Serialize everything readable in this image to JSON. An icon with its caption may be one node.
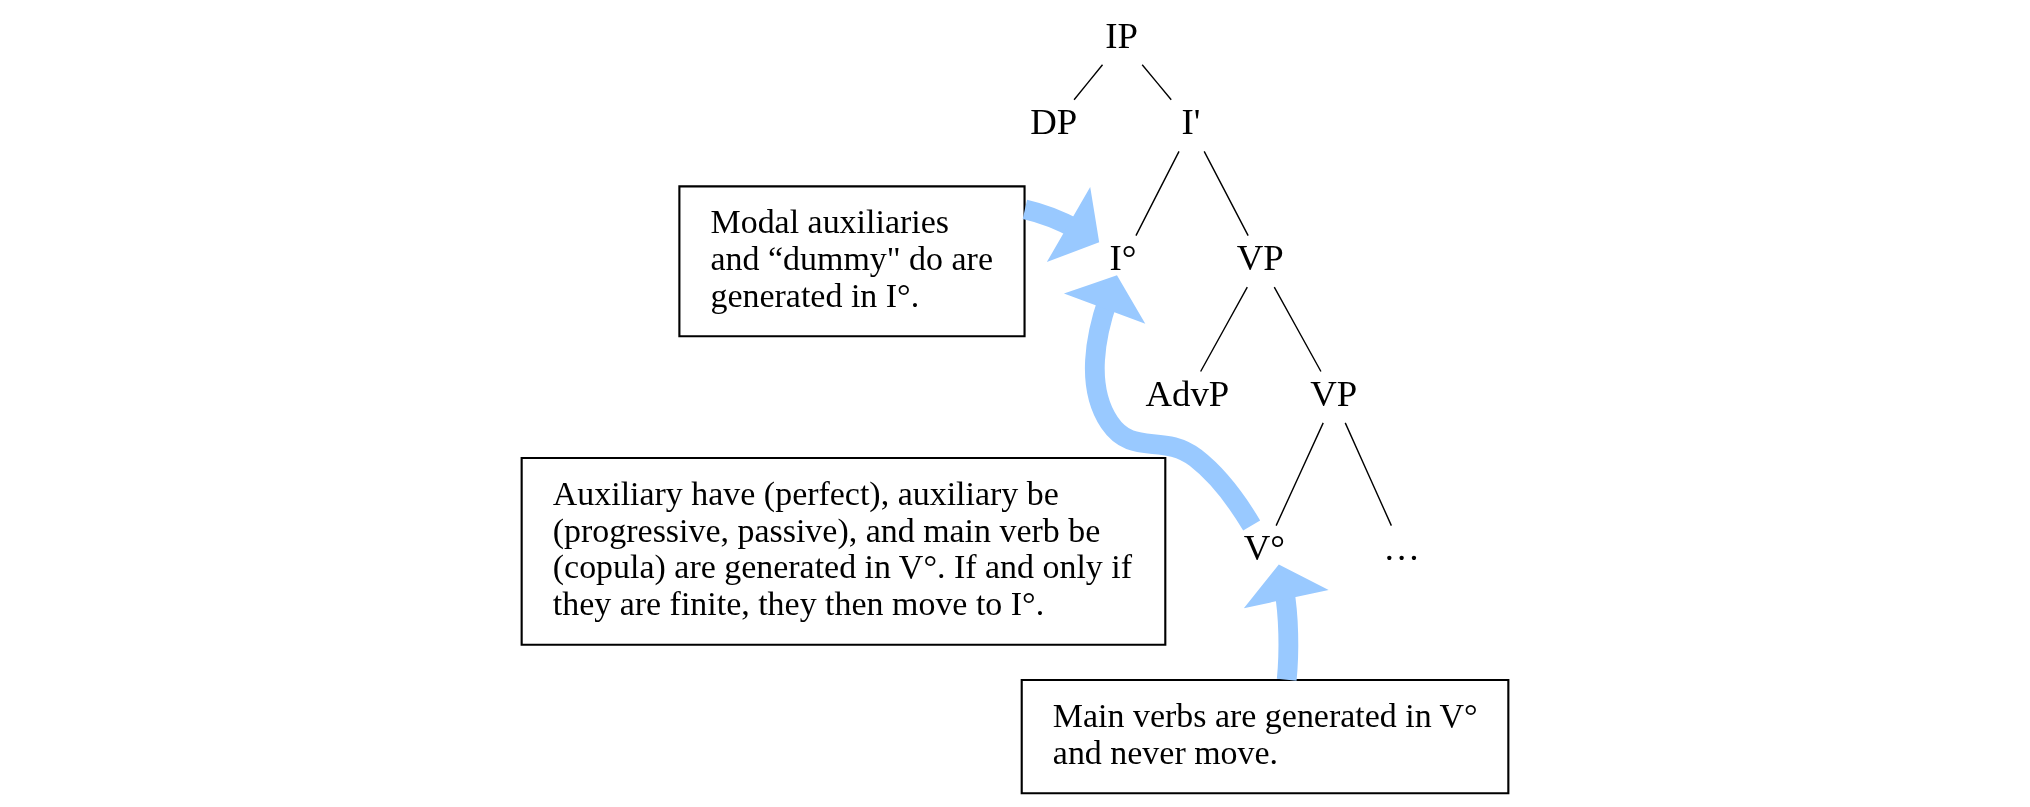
{
  "diagram": {
    "nodes": [
      {
        "text": [
          "IP"
        ]
      },
      {
        "text": [
          "DP"
        ]
      },
      {
        "text": [
          "I'"
        ]
      },
      {
        "text": [
          "I°"
        ]
      },
      {
        "text": [
          "VP"
        ]
      },
      {
        "text": [
          "AdvP"
        ]
      },
      {
        "text": [
          "VP"
        ]
      },
      {
        "text": [
          "V°"
        ]
      },
      {
        "text": [
          "…"
        ]
      },
      {
        "text": [
          "Modal auxiliaries and “dummy\" do are generated in I°."
        ]
      },
      {
        "text": [
          "Auxiliary have (perfect), auxiliary be (progressive, passive), and main verb be (copula) are generated in V°. If and only if they are finite, they then move to I°."
        ]
      },
      {
        "text": [
          "Main verbs are generated in V° and never move."
        ]
      }
    ],
    "edges": [
      {
        "from": 0,
        "to": 1,
        "arrow": "none"
      },
      {
        "from": 0,
        "to": 2,
        "arrow": "none"
      },
      {
        "from": 2,
        "to": 3,
        "arrow": "none"
      },
      {
        "from": 2,
        "to": 4,
        "arrow": "none"
      },
      {
        "from": 4,
        "to": 5,
        "arrow": "none"
      },
      {
        "from": 4,
        "to": 6,
        "arrow": "none"
      },
      {
        "from": 6,
        "to": 7,
        "arrow": "none"
      },
      {
        "from": 6,
        "to": 8,
        "arrow": "none"
      },
      {
        "from": 9,
        "to": 3,
        "arrow": "to",
        "style": "thick",
        "color": "#99c9ff"
      },
      {
        "from": 7,
        "to": 3,
        "arrow": "to",
        "style": "thick",
        "color": "#99c9ff"
      },
      {
        "from": 11,
        "to": 7,
        "arrow": "to",
        "style": "thick",
        "color": "#99c9ff"
      }
    ]
  }
}
